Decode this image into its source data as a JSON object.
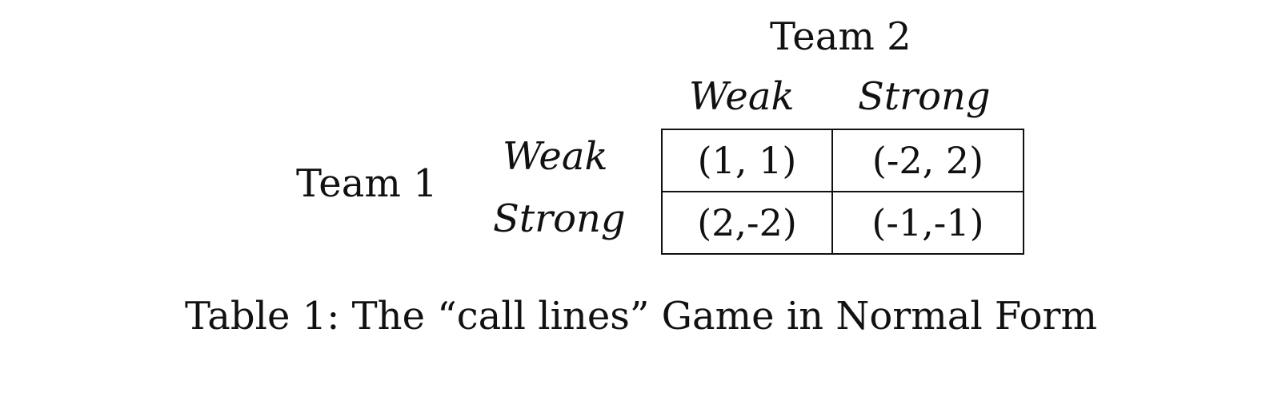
{
  "table": {
    "column_player": "Team 2",
    "row_player": "Team 1",
    "column_strategies": [
      "Weak",
      "Strong"
    ],
    "row_strategies": [
      "Weak",
      "Strong"
    ],
    "payoffs": [
      [
        "(1, 1)",
        "(-2, 2)"
      ],
      [
        "(2,-2)",
        "(-1,-1)"
      ]
    ],
    "caption": "Table 1: The “call lines” Game in Normal Form"
  }
}
